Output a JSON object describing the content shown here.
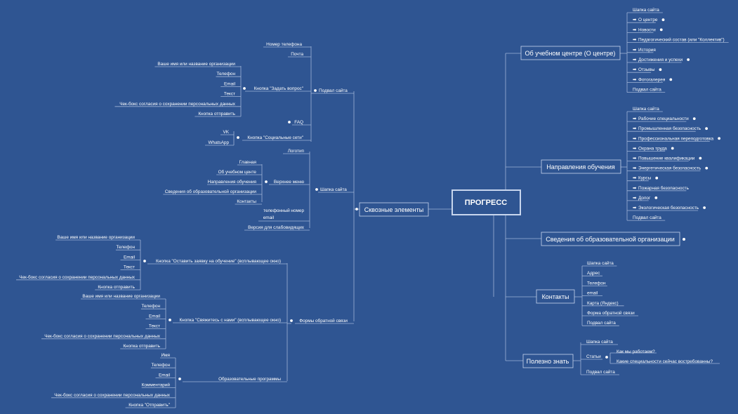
{
  "colors": {
    "background": "#2f5592",
    "line": "#9fb3d6",
    "text": "#ffffff"
  },
  "center": "ПРОГРЕСС",
  "right": [
    {
      "label": "Об учебном центре (О центре)",
      "items": [
        {
          "text": "Шапка сайта",
          "arrow": false,
          "dot": false
        },
        {
          "text": "О центре",
          "arrow": true,
          "dot": true
        },
        {
          "text": "Новости",
          "arrow": true,
          "dot": true
        },
        {
          "text": "Педагогический состав (или \"Коллектив\")",
          "arrow": true,
          "dot": false
        },
        {
          "text": "История",
          "arrow": true,
          "dot": false
        },
        {
          "text": "Достижения и успехи",
          "arrow": true,
          "dot": true
        },
        {
          "text": "Отзывы",
          "arrow": true,
          "dot": true
        },
        {
          "text": "Фотогалерея",
          "arrow": true,
          "dot": true
        },
        {
          "text": "Подвал сайта",
          "arrow": false,
          "dot": false
        }
      ]
    },
    {
      "label": "Направления обучения",
      "items": [
        {
          "text": "Шапка сайта",
          "arrow": false,
          "dot": false
        },
        {
          "text": "Рабочие специальности",
          "arrow": true,
          "dot": true
        },
        {
          "text": "Промышленная безопасность",
          "arrow": true,
          "dot": true
        },
        {
          "text": "Профессиональная переподготовка",
          "arrow": true,
          "dot": true
        },
        {
          "text": "Охрана труда",
          "arrow": true,
          "dot": true
        },
        {
          "text": "Повышение квалификации",
          "arrow": true,
          "dot": true
        },
        {
          "text": "Энергетическая безопасность",
          "arrow": true,
          "dot": true
        },
        {
          "text": "Курсы",
          "arrow": true,
          "dot": true
        },
        {
          "text": "Пожарная безопасность",
          "arrow": true,
          "dot": false
        },
        {
          "text": "Допог",
          "arrow": true,
          "dot": true
        },
        {
          "text": "Экологическая безопасность",
          "arrow": true,
          "dot": true
        },
        {
          "text": "Подвал сайта",
          "arrow": false,
          "dot": false
        }
      ]
    },
    {
      "label": "Сведения об образовательной организации",
      "items": []
    },
    {
      "label": "Контакты",
      "items": [
        {
          "text": "Шапка сайта"
        },
        {
          "text": "Адрес"
        },
        {
          "text": "Телефон"
        },
        {
          "text": "email"
        },
        {
          "text": "Карта (Яндекс)"
        },
        {
          "text": "Форма обратной связи"
        },
        {
          "text": "Подвал сайта"
        }
      ]
    },
    {
      "label": "Полезно знать",
      "items": [
        {
          "text": "Шапка сайта"
        },
        {
          "text": "Статьи",
          "sub": [
            "Как мы работаем?",
            "Какие специальности сейчас востребованны?"
          ]
        },
        {
          "text": "Подвал сайта"
        }
      ]
    }
  ],
  "left_branch": "Сквозные элементы",
  "footer": {
    "label": "Подвал сайта",
    "items": [
      "Номер телефона",
      "Почта"
    ],
    "ask": {
      "label": "Кнопка \"Задать вопрос\"",
      "items": [
        "Ваше имя или название организации",
        "Телефон",
        "Email",
        "Текст",
        "Чек-бокс согласия о сохранении персональных данных",
        "Кнопка отправить"
      ]
    },
    "faq": "FAQ",
    "social": {
      "label": "Кнопка \"Социальные сети\"",
      "items": [
        "VK",
        "WhatsApp"
      ]
    }
  },
  "header": {
    "label": "Шапка сайта",
    "logo": "Логотип",
    "menu": {
      "label": "Верхнее меню",
      "items": [
        "Главная",
        "Об учебном центе",
        "Направления обучения",
        "Сведения об образовательной организации",
        "Контакты"
      ]
    },
    "phone": [
      "телефонный номер",
      "email"
    ],
    "low_vision": "Версия для слабовидящих"
  },
  "forms": {
    "label": "Формы обратной связи",
    "groups": [
      {
        "label": "Кнопка \"Оставить заявку на обучение\" (всплывающее окно)",
        "items": [
          "Ваше имя или название организации",
          "Телефон",
          "Email",
          "Текст",
          "Чек-бокс согласия о сохранении персональных данных",
          "Кнопка отправить"
        ]
      },
      {
        "label": "Кнопка \"Свяжитесь с нами\" (всплывающее окно)",
        "items": [
          "Ваше имя или название организации",
          "Телефон",
          "Email",
          "Текст",
          "Чек-бокс согласия о сохранении персональных данных",
          "Кнопка отправить"
        ]
      },
      {
        "label": "Образовательные программы",
        "items": [
          "Имя",
          "Телефон",
          "Email",
          "Комментарий",
          "Чек-бокс согласия о сохранении персональных данных",
          "Кнопка \"Отправить\""
        ]
      }
    ]
  }
}
